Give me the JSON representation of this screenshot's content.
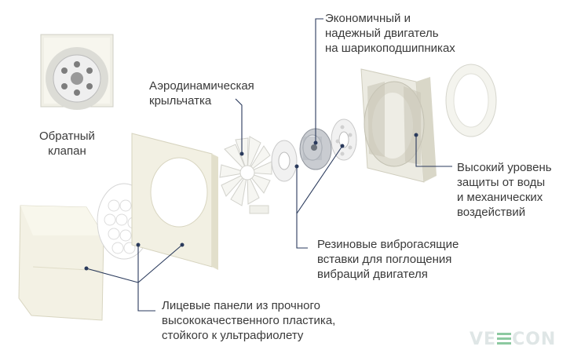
{
  "labels": {
    "motor": [
      "Экономичный и",
      "надежный двигатель",
      "на шарикоподшипниках"
    ],
    "impeller": [
      "Аэродинамическая",
      "крыльчатка"
    ],
    "valve": [
      "Обратный",
      "клапан"
    ],
    "protection": [
      "Высокий уровень",
      "защиты от воды",
      "и механических",
      "воздействий"
    ],
    "dampers": [
      "Резиновые виброгасящие",
      "вставки для поглощения",
      "вибраций двигателя"
    ],
    "panels": [
      "Лицевые панели из прочного",
      "высококачественного пластика,",
      "стойкого к ультрафиолету"
    ]
  },
  "logo": {
    "pre": "VE",
    "post": "CON"
  },
  "colors": {
    "leader": "#2a3a5c",
    "panel": "#f2f0e2",
    "panel_edge": "#d9d6c2",
    "metal": "#c9ccd1"
  }
}
